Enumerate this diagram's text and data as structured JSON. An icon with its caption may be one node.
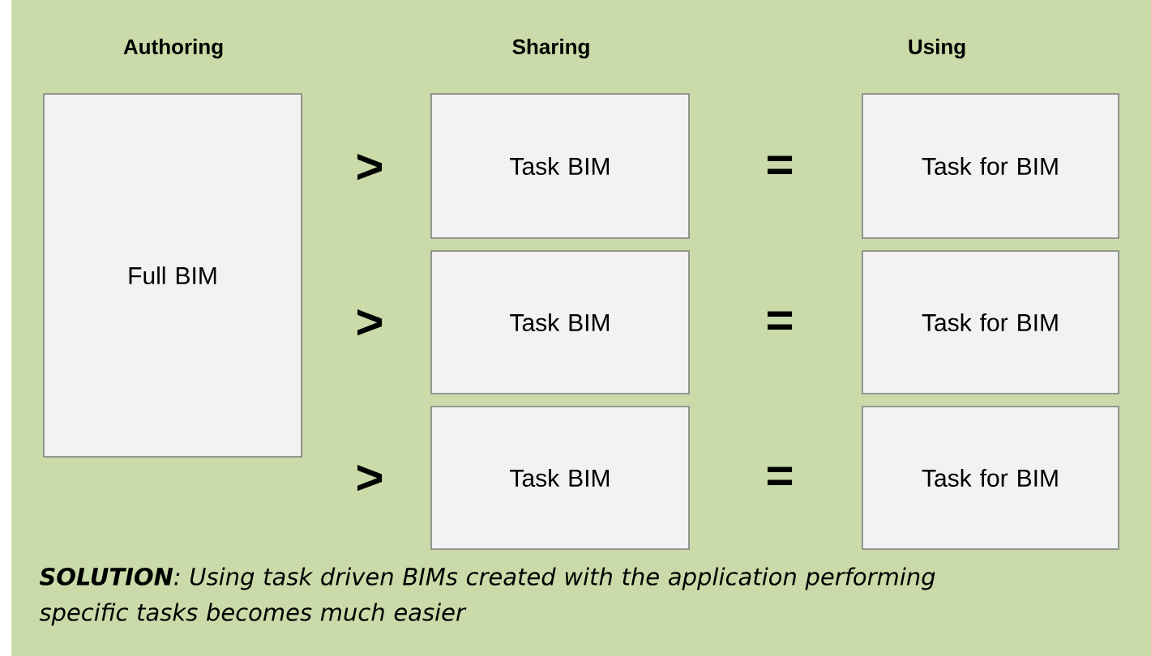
{
  "diagram": {
    "nodes": [
      {
        "text": [
          "Full BIM"
        ]
      },
      {
        "text": [
          "Task BIM"
        ]
      },
      {
        "text": [
          "Task BIM"
        ]
      },
      {
        "text": [
          "Task BIM"
        ]
      },
      {
        "text": [
          "Task for BIM"
        ]
      },
      {
        "text": [
          "Task for BIM"
        ]
      },
      {
        "text": [
          "Task for BIM"
        ]
      }
    ],
    "labels": [
      "Authoring",
      "Sharing",
      "Using",
      ">",
      "=",
      ">",
      "=",
      ">",
      "="
    ],
    "caption": "**SOLUTION**: Using task driven BIMs created with the application performing specific tasks becomes much easier"
  }
}
